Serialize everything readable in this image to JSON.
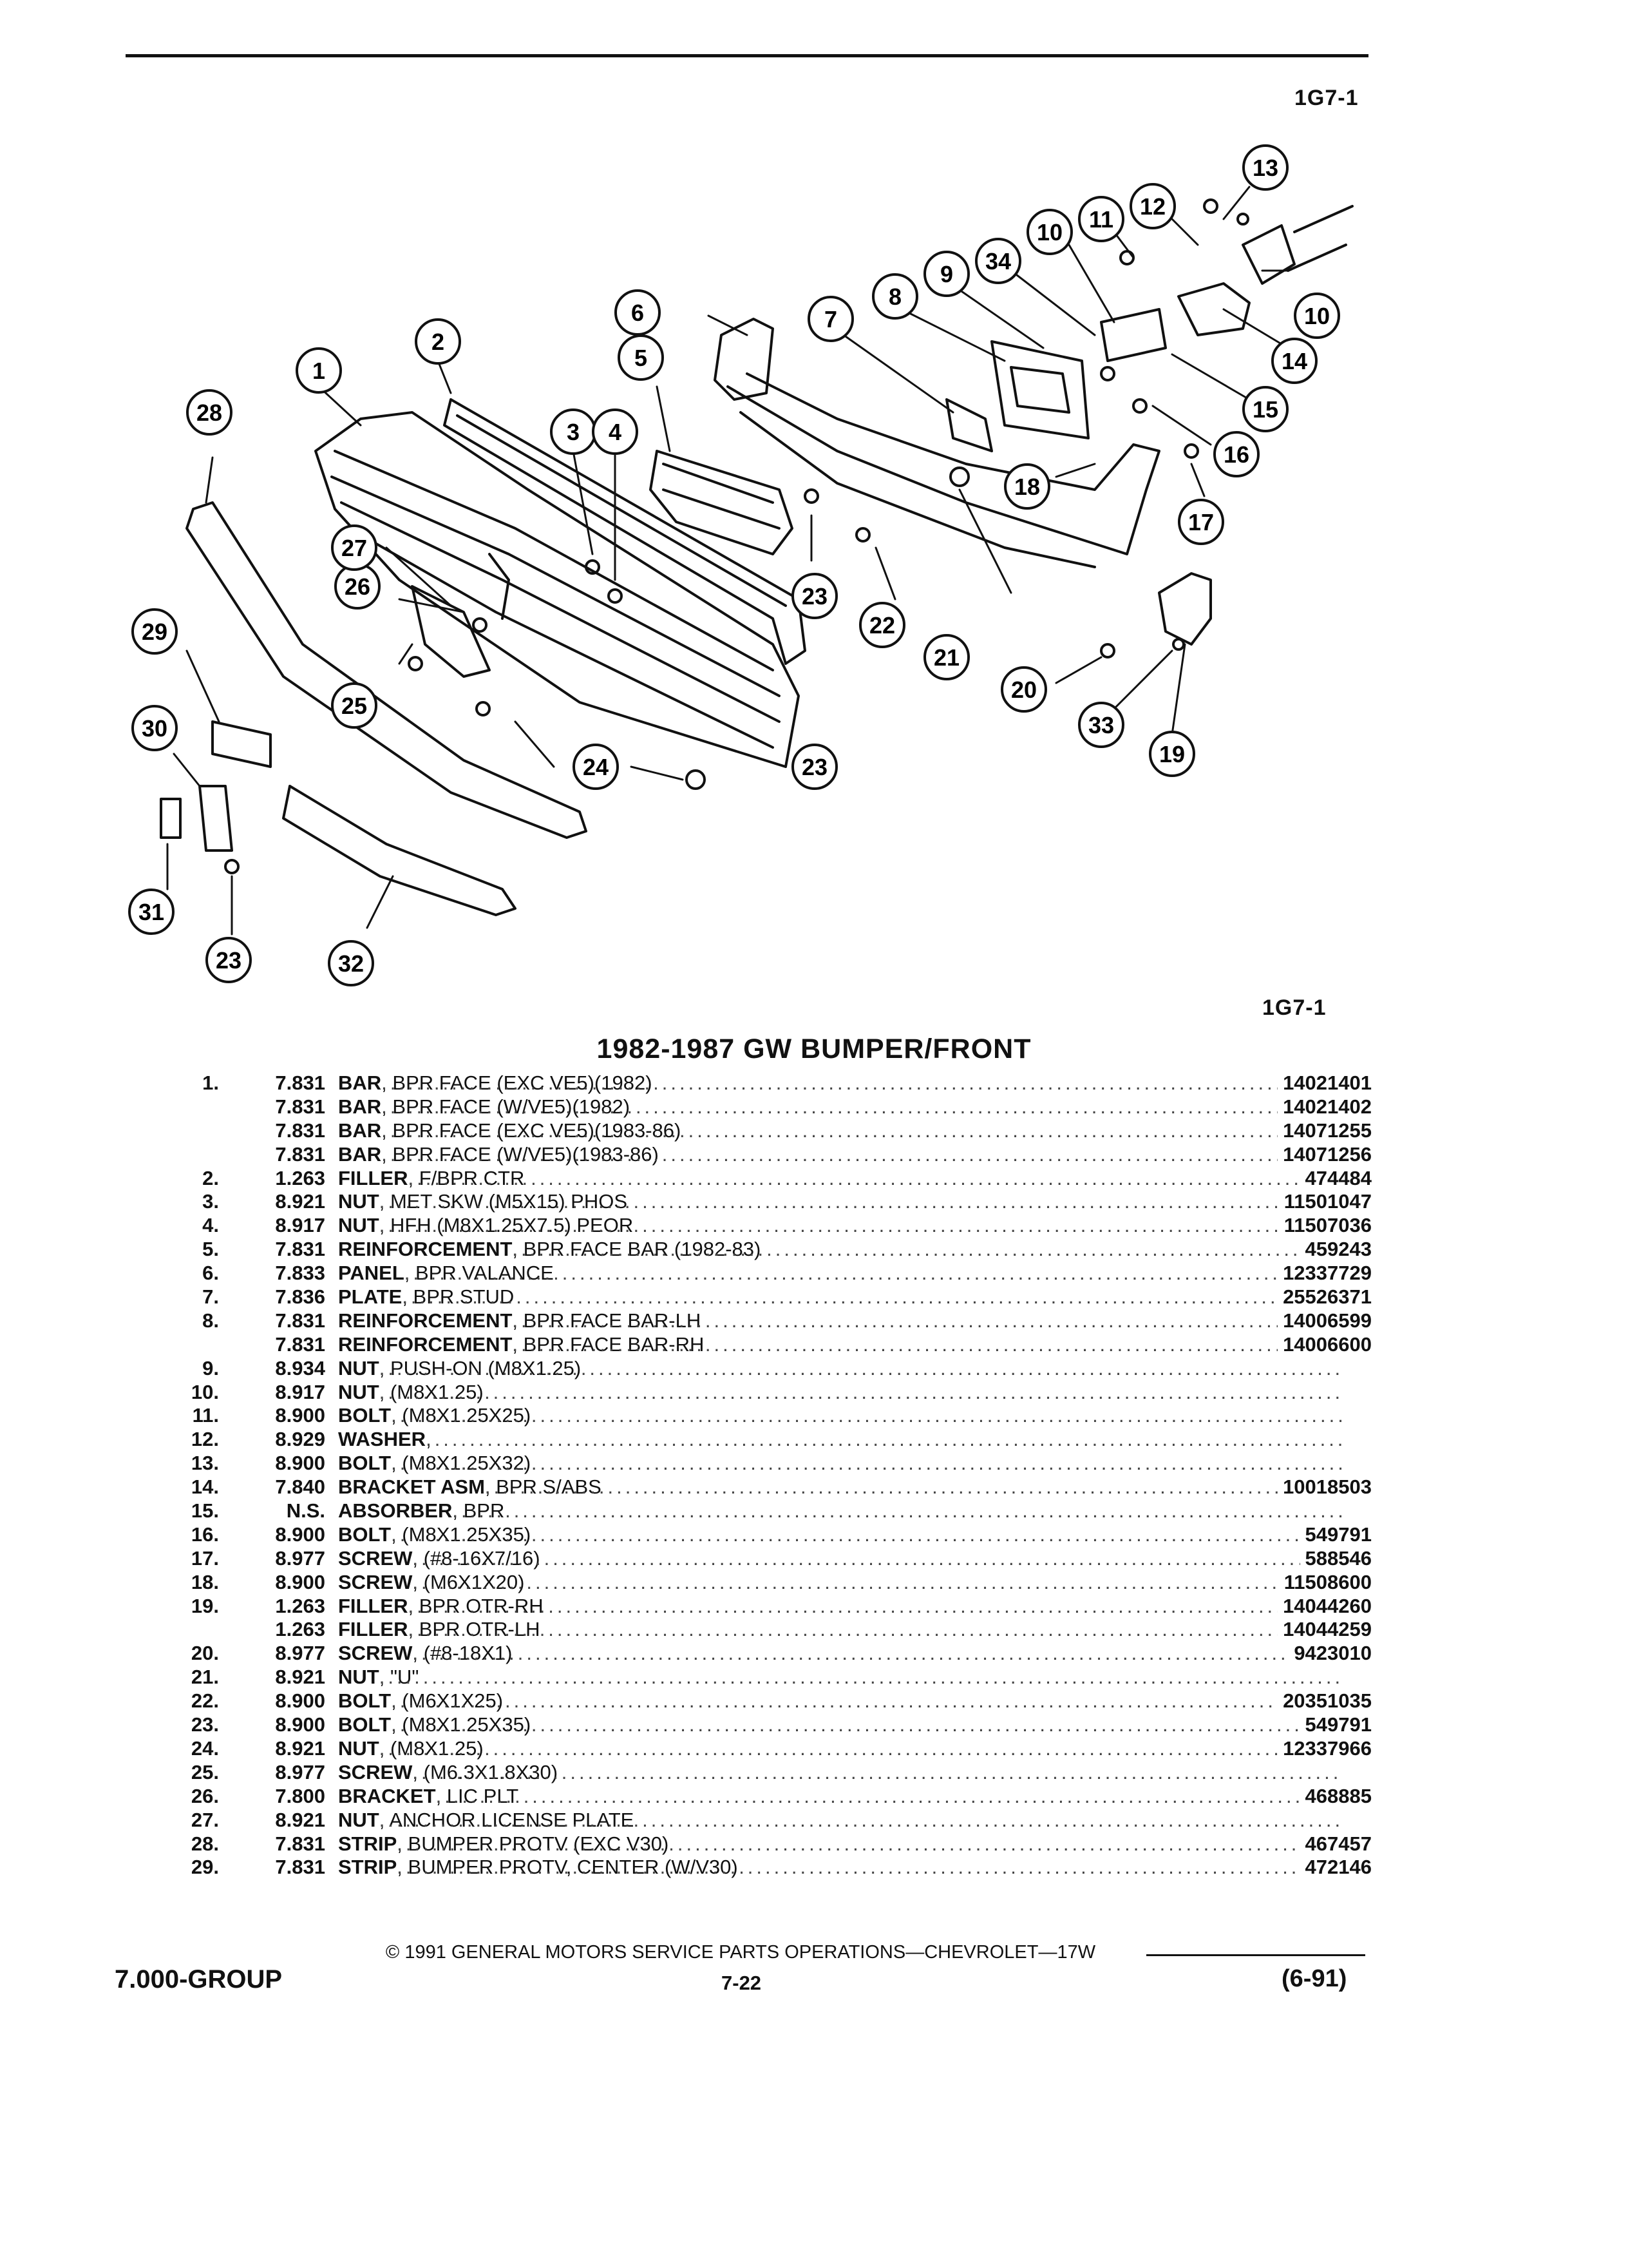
{
  "header": {
    "code_top": "1G7-1",
    "code_mid": "1G7-1"
  },
  "title": "1982-1987 GW BUMPER/FRONT",
  "callouts": [
    "1",
    "2",
    "3",
    "4",
    "5",
    "6",
    "7",
    "8",
    "9",
    "10",
    "11",
    "12",
    "13",
    "10",
    "14",
    "15",
    "16",
    "17",
    "18",
    "34",
    "19",
    "20",
    "21",
    "22",
    "23",
    "24",
    "25",
    "26",
    "27",
    "28",
    "29",
    "30",
    "31",
    "23",
    "23",
    "32",
    "33"
  ],
  "parts": [
    {
      "num": "1.",
      "code": "7.831",
      "name": "BAR",
      "desc": ", BPR FACE (EXC VE5)(1982)",
      "pno": "14021401"
    },
    {
      "num": "",
      "code": "7.831",
      "name": "BAR",
      "desc": ", BPR FACE (W/VE5)(1982)",
      "pno": "14021402"
    },
    {
      "num": "",
      "code": "7.831",
      "name": "BAR",
      "desc": ", BPR FACE (EXC VE5)(1983-86)",
      "pno": "14071255"
    },
    {
      "num": "",
      "code": "7.831",
      "name": "BAR",
      "desc": ", BPR FACE (W/VE5)(1983-86)",
      "pno": "14071256"
    },
    {
      "num": "2.",
      "code": "1.263",
      "name": "FILLER",
      "desc": ", F/BPR CTR",
      "pno": "474484"
    },
    {
      "num": "3.",
      "code": "8.921",
      "name": "NUT",
      "desc": ", MET SKW (M5X15) PHOS",
      "pno": "11501047"
    },
    {
      "num": "4.",
      "code": "8.917",
      "name": "NUT",
      "desc": ", HFH (M8X1.25X7.5) PEOR",
      "pno": "11507036"
    },
    {
      "num": "5.",
      "code": "7.831",
      "name": "REINFORCEMENT",
      "desc": ", BPR FACE BAR (1982-83)",
      "pno": "459243"
    },
    {
      "num": "6.",
      "code": "7.833",
      "name": "PANEL",
      "desc": ", BPR VALANCE",
      "pno": "12337729"
    },
    {
      "num": "7.",
      "code": "7.836",
      "name": "PLATE",
      "desc": ", BPR STUD",
      "pno": "25526371"
    },
    {
      "num": "8.",
      "code": "7.831",
      "name": "REINFORCEMENT",
      "desc": ", BPR FACE BAR-LH",
      "pno": "14006599"
    },
    {
      "num": "",
      "code": "7.831",
      "name": "REINFORCEMENT",
      "desc": ", BPR FACE BAR-RH",
      "pno": "14006600"
    },
    {
      "num": "9.",
      "code": "8.934",
      "name": "NUT",
      "desc": ", PUSH-ON (M8X1.25)",
      "pno": ""
    },
    {
      "num": "10.",
      "code": "8.917",
      "name": "NUT",
      "desc": ", (M8X1.25)",
      "pno": ""
    },
    {
      "num": "11.",
      "code": "8.900",
      "name": "BOLT",
      "desc": ", (M8X1.25X25)",
      "pno": ""
    },
    {
      "num": "12.",
      "code": "8.929",
      "name": "WASHER",
      "desc": ",",
      "pno": ""
    },
    {
      "num": "13.",
      "code": "8.900",
      "name": "BOLT",
      "desc": ", (M8X1.25X32)",
      "pno": ""
    },
    {
      "num": "14.",
      "code": "7.840",
      "name": "BRACKET ASM",
      "desc": ", BPR S/ABS",
      "pno": "10018503"
    },
    {
      "num": "15.",
      "code": "N.S.",
      "name": "ABSORBER",
      "desc": ", BPR",
      "pno": ""
    },
    {
      "num": "16.",
      "code": "8.900",
      "name": "BOLT",
      "desc": ", (M8X1.25X35)",
      "pno": "549791"
    },
    {
      "num": "17.",
      "code": "8.977",
      "name": "SCREW",
      "desc": ", (#8-16X7/16)",
      "pno": "588546"
    },
    {
      "num": "18.",
      "code": "8.900",
      "name": "SCREW",
      "desc": ", (M6X1X20)",
      "pno": "11508600"
    },
    {
      "num": "19.",
      "code": "1.263",
      "name": "FILLER",
      "desc": ", BPR OTR-RH",
      "pno": "14044260"
    },
    {
      "num": "",
      "code": "1.263",
      "name": "FILLER",
      "desc": ", BPR OTR-LH",
      "pno": "14044259"
    },
    {
      "num": "20.",
      "code": "8.977",
      "name": "SCREW",
      "desc": ", (#8-18X1)",
      "pno": "9423010"
    },
    {
      "num": "21.",
      "code": "8.921",
      "name": "NUT",
      "desc": ", \"U\"",
      "pno": ""
    },
    {
      "num": "22.",
      "code": "8.900",
      "name": "BOLT",
      "desc": ", (M6X1X25)",
      "pno": "20351035"
    },
    {
      "num": "23.",
      "code": "8.900",
      "name": "BOLT",
      "desc": ", (M8X1.25X35)",
      "pno": "549791"
    },
    {
      "num": "24.",
      "code": "8.921",
      "name": "NUT",
      "desc": ", (M8X1.25)",
      "pno": "12337966"
    },
    {
      "num": "25.",
      "code": "8.977",
      "name": "SCREW",
      "desc": ", (M6.3X1.8X30)",
      "pno": ""
    },
    {
      "num": "26.",
      "code": "7.800",
      "name": "BRACKET",
      "desc": ", LIC PLT",
      "pno": "468885"
    },
    {
      "num": "27.",
      "code": "8.921",
      "name": "NUT",
      "desc": ", ANCHOR LICENSE PLATE",
      "pno": ""
    },
    {
      "num": "28.",
      "code": "7.831",
      "name": "STRIP",
      "desc": ", BUMPER PROTV (EXC V30)",
      "pno": "467457"
    },
    {
      "num": "29.",
      "code": "7.831",
      "name": "STRIP",
      "desc": ", BUMPER PROTV, CENTER (W/V30)",
      "pno": "472146"
    }
  ],
  "footer": {
    "copyright": "© 1991 GENERAL MOTORS SERVICE PARTS OPERATIONS—CHEVROLET—17W",
    "group": "7.000-GROUP",
    "page": "7-22",
    "date": "(6-91)"
  }
}
